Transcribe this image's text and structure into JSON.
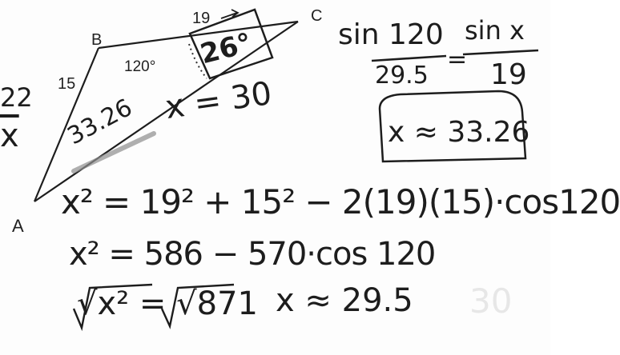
{
  "diagram": {
    "vertex_a": "A",
    "vertex_b": "B",
    "vertex_c": "C",
    "side_ab": "15",
    "side_bc": "19",
    "angle_b": "120°",
    "angle_c": "26°",
    "side_ab_alt": "22",
    "side_ab_alt_var": "x",
    "side_ac_written": "33.26",
    "x_estimate": "x = 30"
  },
  "sine_rule": {
    "numerator_left": "sin 120",
    "denominator_left": "29.5",
    "equals": "=",
    "numerator_right": "sin x",
    "denominator_right": "19",
    "boxed_result": "x ≈ 33.26"
  },
  "cosine_rule": {
    "line1": "x² = 19² + 15² − 2(19)(15)·cos120",
    "line2": "x² = 586 − 570·cos 120",
    "line3": "√x² = √871",
    "result": "x ≈ 29.5",
    "faint_result": "30"
  },
  "colors": {
    "ink": "#1d1d1d",
    "paper": "#fdfdfd",
    "highlight": "#9a9a9a"
  }
}
